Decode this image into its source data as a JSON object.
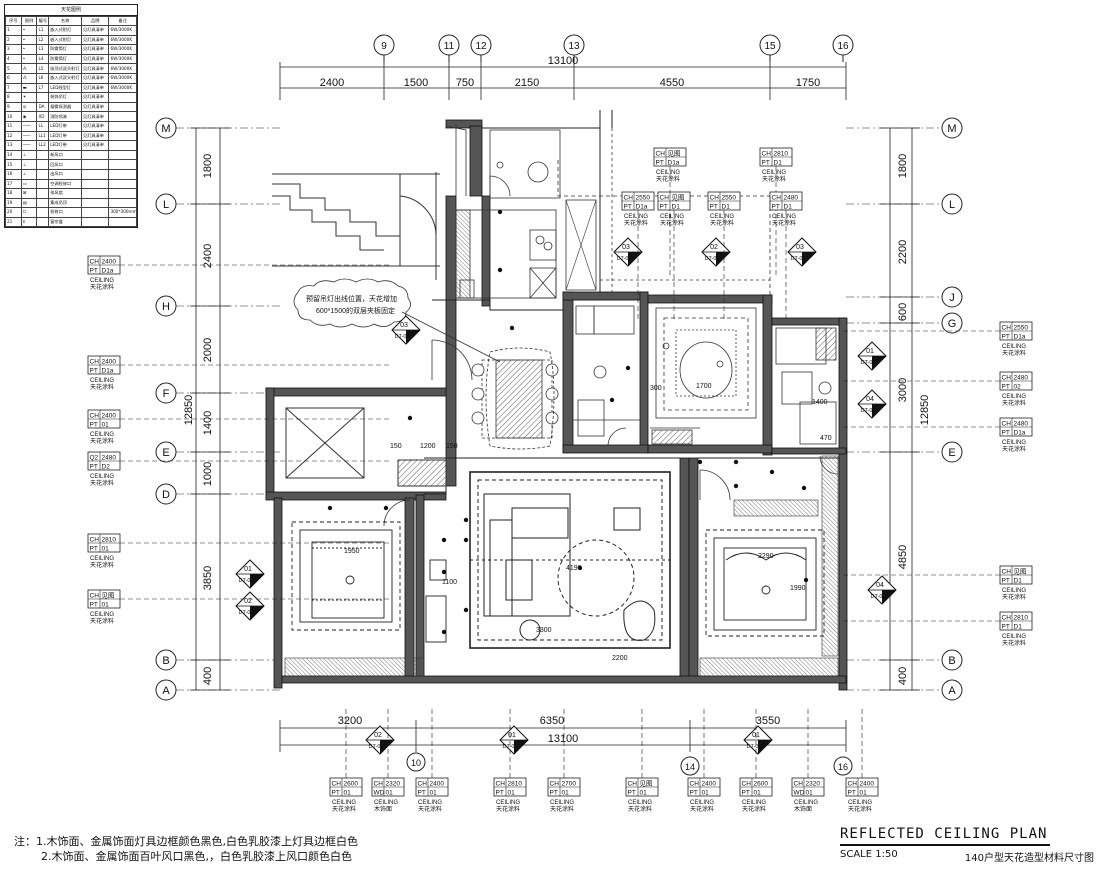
{
  "legend": {
    "title": "天花图例",
    "headers": [
      "序号",
      "图例",
      "编号",
      "名称",
      "品牌",
      "备注"
    ],
    "rows": [
      {
        "no": "1",
        "sym": "•",
        "code": "L1",
        "name": "嵌入式射灯",
        "brand": "见灯具清单",
        "note": "6W/3000K"
      },
      {
        "no": "2",
        "sym": "•",
        "code": "L2",
        "name": "嵌入式射灯",
        "brand": "见灯具清单",
        "note": "6W/3000K"
      },
      {
        "no": "3",
        "sym": "•",
        "code": "L3",
        "name": "防雾筒灯",
        "brand": "见灯具清单",
        "note": "6W/3000K"
      },
      {
        "no": "4",
        "sym": "•",
        "code": "L4",
        "name": "防雾筒灯",
        "brand": "见灯具清单",
        "note": "6W/3000K"
      },
      {
        "no": "5",
        "sym": "⁂",
        "code": "L5",
        "name": "吸顶式双头射灯",
        "brand": "见灯具清单",
        "note": "6W/3000K"
      },
      {
        "no": "6",
        "sym": "⁂",
        "code": "L6",
        "name": "嵌入式双头射灯",
        "brand": "见灯具清单",
        "note": "6W/3000K"
      },
      {
        "no": "7",
        "sym": "▬",
        "code": "L7",
        "name": "LED线型灯",
        "brand": "见灯具清单",
        "note": "6W/3000K"
      },
      {
        "no": "8",
        "sym": "✶",
        "code": "",
        "name": "装饰吊灯",
        "brand": "见灯具清单",
        "note": ""
      },
      {
        "no": "9",
        "sym": "◎",
        "code": "DA",
        "name": "烟雾探测器",
        "brand": "见灯具清单",
        "note": ""
      },
      {
        "no": "10",
        "sym": "◉",
        "code": "XD",
        "name": "消防喷淋",
        "brand": "见灯具清单",
        "note": ""
      },
      {
        "no": "11",
        "sym": "───",
        "code": "LL",
        "name": "LED灯带",
        "brand": "见灯具清单",
        "note": ""
      },
      {
        "no": "12",
        "sym": "───",
        "code": "LL1",
        "name": "LED灯带",
        "brand": "见灯具清单",
        "note": ""
      },
      {
        "no": "13",
        "sym": "───",
        "code": "LL2",
        "name": "LED灯带",
        "brand": "见灯具清单",
        "note": ""
      },
      {
        "no": "14",
        "sym": "⊥",
        "code": "",
        "name": "新风口",
        "brand": "",
        "note": ""
      },
      {
        "no": "15",
        "sym": "⊥",
        "code": "",
        "name": "回风口",
        "brand": "",
        "note": ""
      },
      {
        "no": "16",
        "sym": "⊥",
        "code": "",
        "name": "出风口",
        "brand": "",
        "note": ""
      },
      {
        "no": "17",
        "sym": "▭",
        "code": "",
        "name": "空调检修口",
        "brand": "",
        "note": ""
      },
      {
        "no": "18",
        "sym": "⊠",
        "code": "",
        "name": "排风扇",
        "brand": "",
        "note": ""
      },
      {
        "no": "19",
        "sym": "▤",
        "code": "",
        "name": "集成吊顶",
        "brand": "",
        "note": ""
      },
      {
        "no": "20",
        "sym": "☐",
        "code": "",
        "name": "检修口",
        "brand": "",
        "note": "300*300mm"
      },
      {
        "no": "21",
        "sym": "ℇ",
        "code": "",
        "name": "窗帘盒",
        "brand": "",
        "note": ""
      }
    ]
  },
  "dims": {
    "top_total": "13100",
    "top_segments": [
      "2400",
      "1500",
      "750",
      "2150",
      "4550",
      "1750"
    ],
    "bottom_segments": [
      "3200",
      "6350",
      "3550"
    ],
    "bottom_total": "13100",
    "left_segments": [
      "1800",
      "2400",
      "2000",
      "1400",
      "1000",
      "3850",
      "400"
    ],
    "left_total": "12850",
    "right_segments": [
      "1800",
      "2200",
      "600",
      "3000",
      "4850",
      "400"
    ],
    "right_total": "12850"
  },
  "grid": {
    "top": [
      "9",
      "11",
      "12",
      "13",
      "15",
      "16"
    ],
    "left": [
      "M",
      "L",
      "H",
      "F",
      "E",
      "D",
      "B",
      "A"
    ],
    "right": [
      "M",
      "L",
      "J",
      "G",
      "E",
      "B",
      "A"
    ],
    "bottom": [
      "10",
      "14",
      "16"
    ]
  },
  "sections": {
    "s1": {
      "num": "03",
      "ref": "DT-08"
    },
    "s2": {
      "num": "02",
      "ref": "DT-09"
    },
    "s3": {
      "num": "03",
      "ref": "DT-09"
    },
    "s4": {
      "num": "03",
      "ref": "DT-09"
    },
    "s5": {
      "num": "01",
      "ref": "DT-09"
    },
    "s6": {
      "num": "04",
      "ref": "DT-09"
    },
    "s7": {
      "num": "01",
      "ref": "DT-02"
    },
    "s8": {
      "num": "02",
      "ref": "DT-02"
    },
    "s9": {
      "num": "04",
      "ref": "DT-01"
    },
    "s10": {
      "num": "02",
      "ref": "DT-03"
    },
    "s11": {
      "num": "01",
      "ref": "DT-01"
    },
    "s12": {
      "num": "01",
      "ref": "DT-03"
    }
  },
  "tags": {
    "a": {
      "ch": "CH",
      "chv": "见图",
      "pt": "PT",
      "ptv": "D1a",
      "c1": "CEILING",
      "c2": "天花涂料"
    },
    "b": {
      "ch": "CH",
      "chv": "2810",
      "pt": "PT",
      "ptv": "D1",
      "c1": "CEILING",
      "c2": "天花涂料"
    },
    "c": {
      "ch": "CH",
      "chv": "2550",
      "pt": "PT",
      "ptv": "D1a",
      "c1": "CEILING",
      "c2": "天花涂料"
    },
    "d": {
      "ch": "CH",
      "chv": "见图",
      "pt": "PT",
      "ptv": "D1",
      "c1": "CEILING",
      "c2": "天花涂料"
    },
    "e": {
      "ch": "CH",
      "chv": "2550",
      "pt": "PT",
      "ptv": "D1",
      "c1": "CEILING",
      "c2": "天花涂料"
    },
    "f": {
      "ch": "CH",
      "chv": "2480",
      "pt": "PT",
      "ptv": "D1",
      "c1": "CEILING",
      "c2": "天花涂料"
    },
    "g": {
      "ch": "CH",
      "chv": "2400",
      "pt": "PT",
      "ptv": "D1a",
      "c1": "CEILING",
      "c2": "天花涂料"
    },
    "h": {
      "ch": "CH",
      "chv": "2400",
      "pt": "PT",
      "ptv": "D1a",
      "c1": "CEILING",
      "c2": "天花涂料"
    },
    "i": {
      "ch": "CH",
      "chv": "2400",
      "pt": "PT",
      "ptv": "01",
      "c1": "CEILING",
      "c2": "天花涂料"
    },
    "j": {
      "ch": "Q2",
      "chv": "2480",
      "pt": "PT",
      "ptv": "D2",
      "c1": "CEILING",
      "c2": "天花涂料"
    },
    "k": {
      "ch": "CH",
      "chv": "2810",
      "pt": "PT",
      "ptv": "01",
      "c1": "CEILING",
      "c2": "天花涂料"
    },
    "l": {
      "ch": "CH",
      "chv": "见图",
      "pt": "PT",
      "ptv": "01",
      "c1": "CEILING",
      "c2": "天花涂料"
    },
    "m": {
      "ch": "CH",
      "chv": "2550",
      "pt": "PT",
      "ptv": "D1a",
      "c1": "CEILING",
      "c2": "天花涂料"
    },
    "n": {
      "ch": "CH",
      "chv": "2480",
      "pt": "PT",
      "ptv": "02",
      "c1": "CEILING",
      "c2": "天花涂料"
    },
    "o": {
      "ch": "CH",
      "chv": "2480",
      "pt": "PT",
      "ptv": "D1a",
      "c1": "CEILING",
      "c2": "天花涂料"
    },
    "p": {
      "ch": "CH",
      "chv": "见图",
      "pt": "PT",
      "ptv": "D1",
      "c1": "CEILING",
      "c2": "天花涂料"
    },
    "q": {
      "ch": "CH",
      "chv": "2810",
      "pt": "PT",
      "ptv": "D1",
      "c1": "CEILING",
      "c2": "天花涂料"
    },
    "r": {
      "ch": "CH",
      "chv": "2600",
      "pt": "PT",
      "ptv": "01",
      "c1": "CEILING",
      "c2": "天花涂料"
    },
    "s": {
      "ch": "CH",
      "chv": "2320",
      "pt": "WD",
      "ptv": "01",
      "c1": "CEILING",
      "c2": "木饰面"
    },
    "t": {
      "ch": "CH",
      "chv": "2400",
      "pt": "PT",
      "ptv": "01",
      "c1": "CEILING",
      "c2": "天花涂料"
    },
    "u": {
      "ch": "CH",
      "chv": "2810",
      "pt": "PT",
      "ptv": "01",
      "c1": "CEILING",
      "c2": "天花涂料"
    },
    "v": {
      "ch": "CH",
      "chv": "2700",
      "pt": "PT",
      "ptv": "01",
      "c1": "CEILING",
      "c2": "天花涂料"
    },
    "w": {
      "ch": "CH",
      "chv": "见图",
      "pt": "PT",
      "ptv": "01",
      "c1": "CEILING",
      "c2": "天花涂料"
    },
    "x": {
      "ch": "CH",
      "chv": "2400",
      "pt": "PT",
      "ptv": "01",
      "c1": "CEILING",
      "c2": "天花涂料"
    },
    "y": {
      "ch": "CH",
      "chv": "2600",
      "pt": "PT",
      "ptv": "01",
      "c1": "CEILING",
      "c2": "天花涂料"
    },
    "z": {
      "ch": "CH",
      "chv": "2320",
      "pt": "WD",
      "ptv": "01",
      "c1": "CEILING",
      "c2": "木饰面"
    },
    "aa": {
      "ch": "CH",
      "chv": "2400",
      "pt": "PT",
      "ptv": "01",
      "c1": "CEILING",
      "c2": "天花涂料"
    }
  },
  "annotation": {
    "line1": "预留吊灯出线位置，天花增加",
    "line2": "600*1500的双层夹板固定"
  },
  "interior_dims": {
    "d1200": "1200",
    "d150a": "150",
    "d150b": "150",
    "d1950": "1950",
    "d1100": "1100",
    "d4190": "4190",
    "d3300": "3300",
    "d2200": "2200",
    "d2290": "2290",
    "d1990": "1990",
    "d1700": "1700",
    "d1400": "1400",
    "d470": "470",
    "d300": "300"
  },
  "notes": {
    "prefix": "注：",
    "line1": "1.木饰面、金属饰面灯具边框颜色黑色,白色乳胶漆上灯具边框白色",
    "line2": "2.木饰面、金属饰面百叶风口黑色,，白色乳胶漆上风口颜色白色"
  },
  "title_block": {
    "title": "REFLECTED CEILING PLAN",
    "scale": "SCALE 1:50",
    "subtitle": "140户型天花造型材料尺寸图"
  }
}
